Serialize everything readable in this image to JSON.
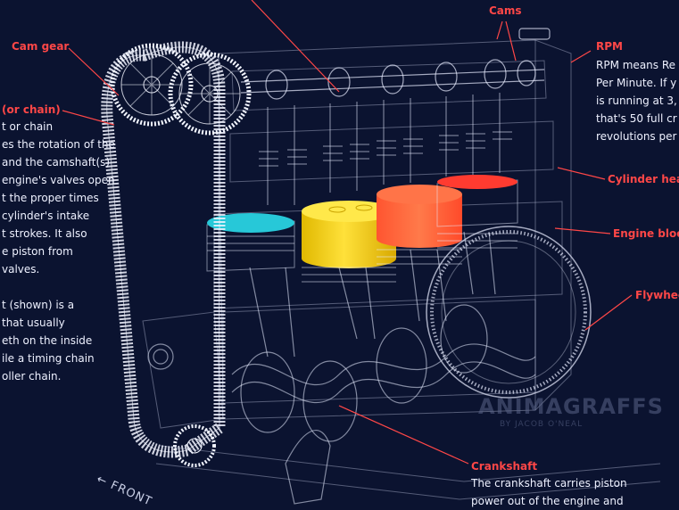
{
  "labels": {
    "cam_gear": "Cam gear",
    "cams": "Cams",
    "cylinder_head": "Cylinder hea",
    "engine_block": "Engine bloc",
    "flywheel": "Flywhee",
    "crankshaft": "Crankshaft"
  },
  "timing_belt": {
    "heading": "(or chain)",
    "lines": [
      "t or chain",
      "es the rotation of the",
      "and the camshaft(s)",
      "engine's valves open",
      "t the proper times",
      "cylinder's intake",
      "t strokes. It also",
      "e piston from",
      "valves.",
      "",
      "t (shown) is a",
      "that usually",
      "eth on the inside",
      "ile a timing chain",
      "oller chain."
    ]
  },
  "rpm": {
    "heading": "RPM",
    "lines": [
      "RPM means Re",
      "Per Minute. If y",
      "is running at 3,",
      "that's 50 full cr",
      "revolutions per"
    ]
  },
  "crankshaft_desc": {
    "lines": [
      "The crankshaft carries piston",
      "power out of the engine and"
    ]
  },
  "watermark": {
    "main": "ANIMAGRAFFS",
    "sub": "BY JACOB O'NEAL"
  },
  "direction": "FRONT",
  "colors": {
    "background": "#0b1330",
    "label": "#ff4747",
    "wire": "#dfe6ff",
    "piston_1": "#27c8d8",
    "piston_2": "#f2d21f",
    "piston_3": "#ff5a36",
    "piston_4": "#ff3b30"
  }
}
